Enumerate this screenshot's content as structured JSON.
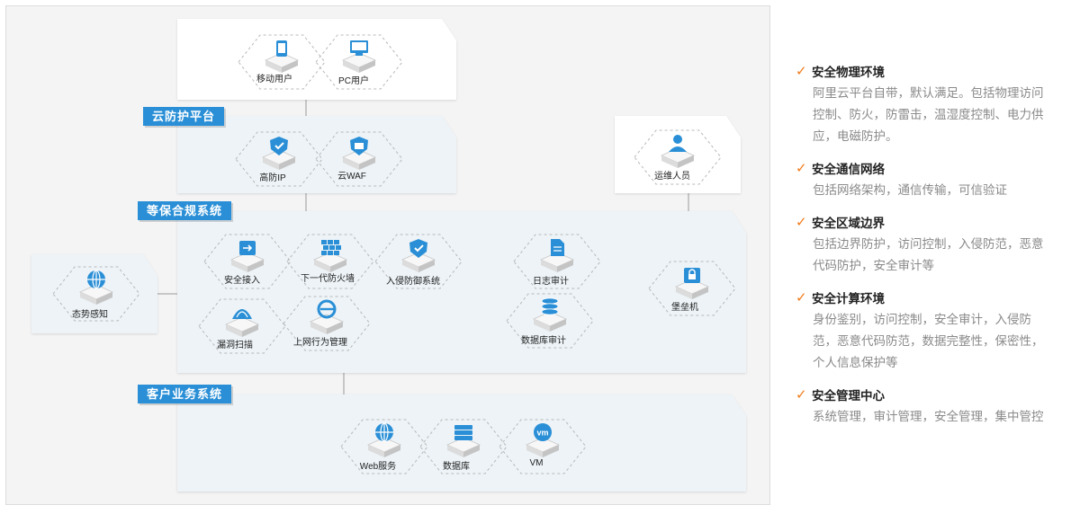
{
  "diagram": {
    "sections": {
      "cloud_protection": "云防护平台",
      "compliance": "等保合规系统",
      "business": "客户业务系统"
    },
    "nodes": {
      "mobile_user": "移动用户",
      "pc_user": "PC用户",
      "ddos_ip": "高防IP",
      "cloud_waf": "云WAF",
      "ops_staff": "运维人员",
      "situation": "态势感知",
      "secure_access": "安全接入",
      "ngfw": "下一代防火墙",
      "ips": "入侵防御系统",
      "log_audit": "日志审计",
      "bastion": "堡垒机",
      "vuln_scan": "漏洞扫描",
      "web_behavior": "上网行为管理",
      "db_audit": "数据库审计",
      "web_service": "Web服务",
      "database": "数据库",
      "vm": "VM"
    },
    "colors": {
      "accent": "#2a8fd6",
      "panel": "#edf3f7",
      "white_panel": "#ffffff"
    }
  },
  "checklist": [
    {
      "title": "安全物理环境",
      "lines": [
        "阿里云平台自带，默认满足。包括物理访问",
        "控制、防火，防雷击，温湿度控制、电力供",
        "应，电磁防护。"
      ]
    },
    {
      "title": "安全通信网络",
      "lines": [
        "包括网络架构，通信传输，可信验证"
      ]
    },
    {
      "title": "安全区域边界",
      "lines": [
        "包括边界防护，访问控制，入侵防范，恶意",
        "代码防护，安全审计等"
      ]
    },
    {
      "title": "安全计算环境",
      "lines": [
        "身份鉴别，访问控制，安全审计，入侵防",
        "范，恶意代码防范，数据完整性，保密性，",
        "个人信息保护等"
      ]
    },
    {
      "title": "安全管理中心",
      "lines": [
        "系统管理，审计管理，安全管理，集中管控"
      ]
    }
  ],
  "check_icon": "check-icon",
  "check_color": "#f07c1a"
}
